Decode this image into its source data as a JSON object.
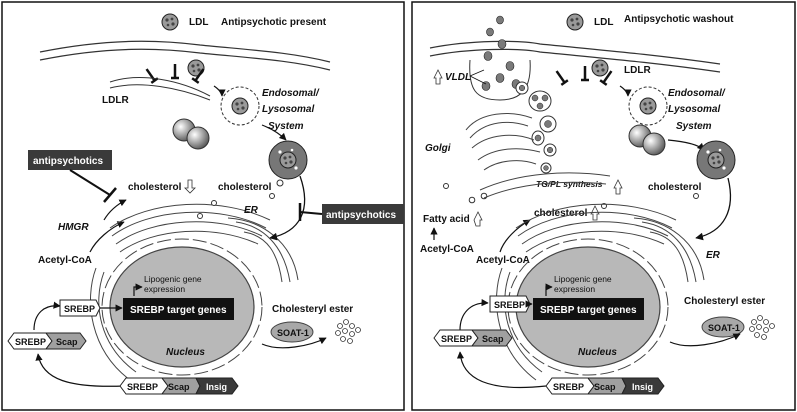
{
  "left": {
    "title": "Antipsychotic present",
    "ldl": "LDL",
    "ldlr": "LDLR",
    "endosomal_1": "Endosomal/",
    "endosomal_2": "Lysosomal",
    "endosomal_3": "System",
    "antipsychotics_box_1": "antipsychotics",
    "antipsychotics_box_2": "antipsychotics",
    "cholesterol_1": "cholesterol",
    "cholesterol_2": "cholesterol",
    "hmgr": "HMGR",
    "er": "ER",
    "acetyl_coa": "Acetyl-CoA",
    "lipogenic_1": "Lipogenic gene",
    "lipogenic_2": "expression",
    "srebp_target": "SREBP target genes",
    "srebp": "SREBP",
    "scap": "Scap",
    "insig": "Insig",
    "nucleus": "Nucleus",
    "cholesteryl_ester": "Cholesteryl ester",
    "soat1": "SOAT-1"
  },
  "right": {
    "title": "Antipsychotic washout",
    "ldl": "LDL",
    "ldlr": "LDLR",
    "vldl": "VLDL",
    "endosomal_1": "Endosomal/",
    "endosomal_2": "Lysosomal",
    "endosomal_3": "System",
    "golgi": "Golgi",
    "tgpl": "TG/PL synthesis",
    "cholesterol_1": "cholesterol",
    "cholesterol_2": "cholesterol",
    "fatty_acid": "Fatty acid",
    "acetyl_coa_1": "Acetyl-CoA",
    "acetyl_coa_2": "Acetyl-CoA",
    "er": "ER",
    "lipogenic_1": "Lipogenic gene",
    "lipogenic_2": "expression",
    "srebp_target": "SREBP target genes",
    "srebp": "SREBP",
    "scap": "Scap",
    "insig": "Insig",
    "nucleus": "Nucleus",
    "cholesteryl_ester": "Cholesteryl ester",
    "soat1": "SOAT-1"
  }
}
